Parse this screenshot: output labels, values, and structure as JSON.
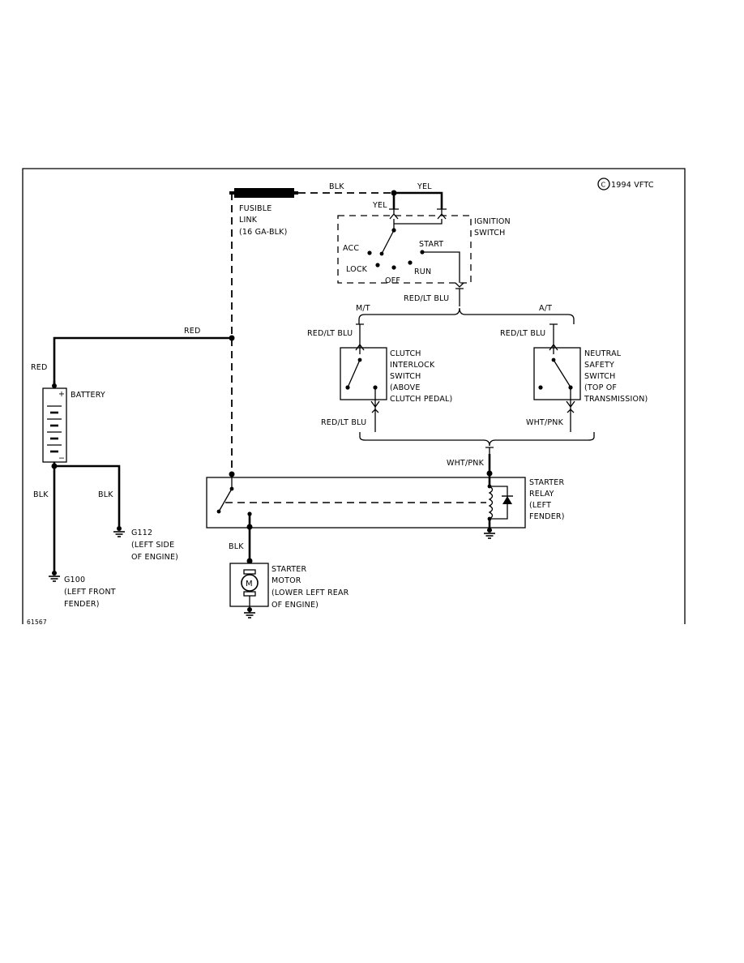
{
  "copyright": "1994 VFTC",
  "copyright_mark": "C",
  "figure_id": "61567",
  "fusible_link": {
    "line1": "FUSIBLE",
    "line2": "LINK",
    "line3": "(16 GA-BLK)"
  },
  "ignition_switch": {
    "line1": "IGNITION",
    "line2": "SWITCH",
    "positions": {
      "acc": "ACC",
      "lock": "LOCK",
      "off": "OFF",
      "run": "RUN",
      "start": "START"
    }
  },
  "clutch_switch": {
    "lines": [
      "CLUTCH",
      "INTERLOCK",
      "SWITCH",
      "(ABOVE",
      "CLUTCH PEDAL)"
    ]
  },
  "neutral_switch": {
    "lines": [
      "NEUTRAL",
      "SAFETY",
      "SWITCH",
      "(TOP OF",
      "TRANSMISSION)"
    ]
  },
  "battery": {
    "label": "BATTERY",
    "plus": "+",
    "minus": "−"
  },
  "starter_relay": {
    "lines": [
      "STARTER",
      "RELAY",
      "(LEFT",
      "FENDER)"
    ]
  },
  "starter_motor": {
    "lines": [
      "STARTER",
      "MOTOR",
      "(LOWER LEFT REAR",
      "OF ENGINE)"
    ],
    "symbol": "M"
  },
  "grounds": {
    "g112": {
      "lines": [
        "G112",
        "(LEFT SIDE",
        "OF ENGINE)"
      ]
    },
    "g100": {
      "lines": [
        "G100",
        "(LEFT FRONT",
        "FENDER)"
      ]
    }
  },
  "transmission": {
    "manual": "M/T",
    "auto": "A/T"
  },
  "wires": {
    "blk_top": "BLK",
    "yel_top": "YEL",
    "yel_left": "YEL",
    "red_long": "RED",
    "red_batt": "RED",
    "red_lt_blu_ign": "RED/LT BLU",
    "red_lt_blu_clutch_in": "RED/LT BLU",
    "red_lt_blu_neutral_in": "RED/LT BLU",
    "red_lt_blu_clutch_out": "RED/LT BLU",
    "wht_pnk_neutral_out": "WHT/PNK",
    "wht_pnk_relay": "WHT/PNK",
    "blk_batt_neg": "BLK",
    "blk_g112": "BLK",
    "blk_motor": "BLK"
  }
}
